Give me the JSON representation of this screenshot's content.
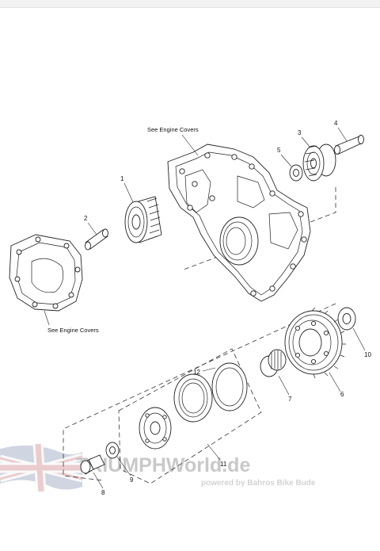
{
  "diagram": {
    "callouts": {
      "engine_covers_top": "See Engine Covers",
      "engine_covers_left": "See Engine Covers"
    },
    "part_numbers": {
      "p1": "1",
      "p2": "2",
      "p3": "3",
      "p4": "4",
      "p5": "5",
      "p6": "6",
      "p7": "7",
      "p8": "8",
      "p9": "9",
      "p10": "10",
      "p11": "11",
      "p12": "12"
    }
  },
  "watermark": {
    "brand": "TRIUMPHWorld.de",
    "subtitle": "powered by Bahros Bike Bude"
  },
  "colors": {
    "line": "#222222",
    "watermark": "#c9c9c9",
    "flag_red": "#d9a3a8",
    "flag_blue": "#a9b3c9"
  }
}
